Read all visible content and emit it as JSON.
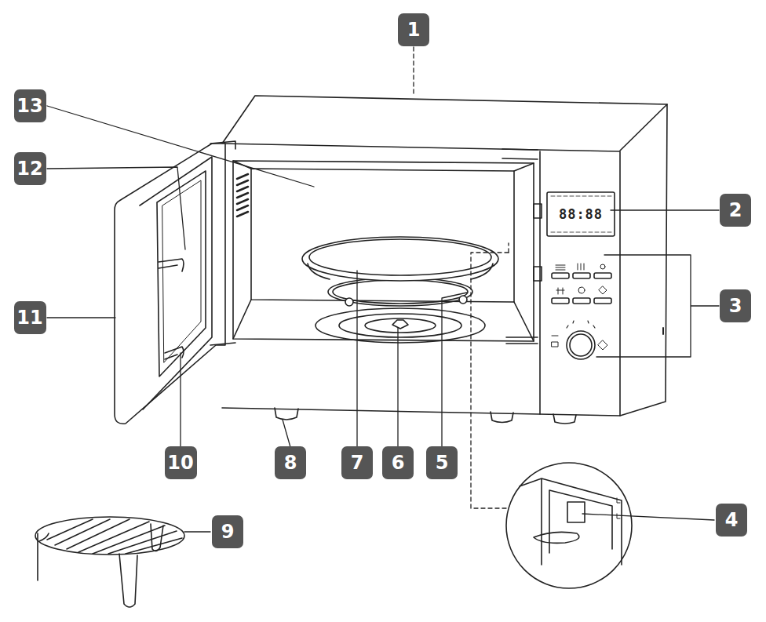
{
  "diagram": {
    "nodes": [
      {
        "text": [
          "1"
        ]
      },
      {
        "text": [
          "13"
        ]
      },
      {
        "text": [
          "12"
        ]
      },
      {
        "text": [
          "2"
        ]
      },
      {
        "text": [
          "3"
        ]
      },
      {
        "text": [
          "11"
        ]
      },
      {
        "text": [
          "10"
        ]
      },
      {
        "text": [
          "8"
        ]
      },
      {
        "text": [
          "7"
        ]
      },
      {
        "text": [
          "6"
        ]
      },
      {
        "text": [
          "5"
        ]
      },
      {
        "text": [
          "4"
        ]
      },
      {
        "text": [
          "9"
        ]
      }
    ],
    "labels": [
      "88:88"
    ]
  }
}
